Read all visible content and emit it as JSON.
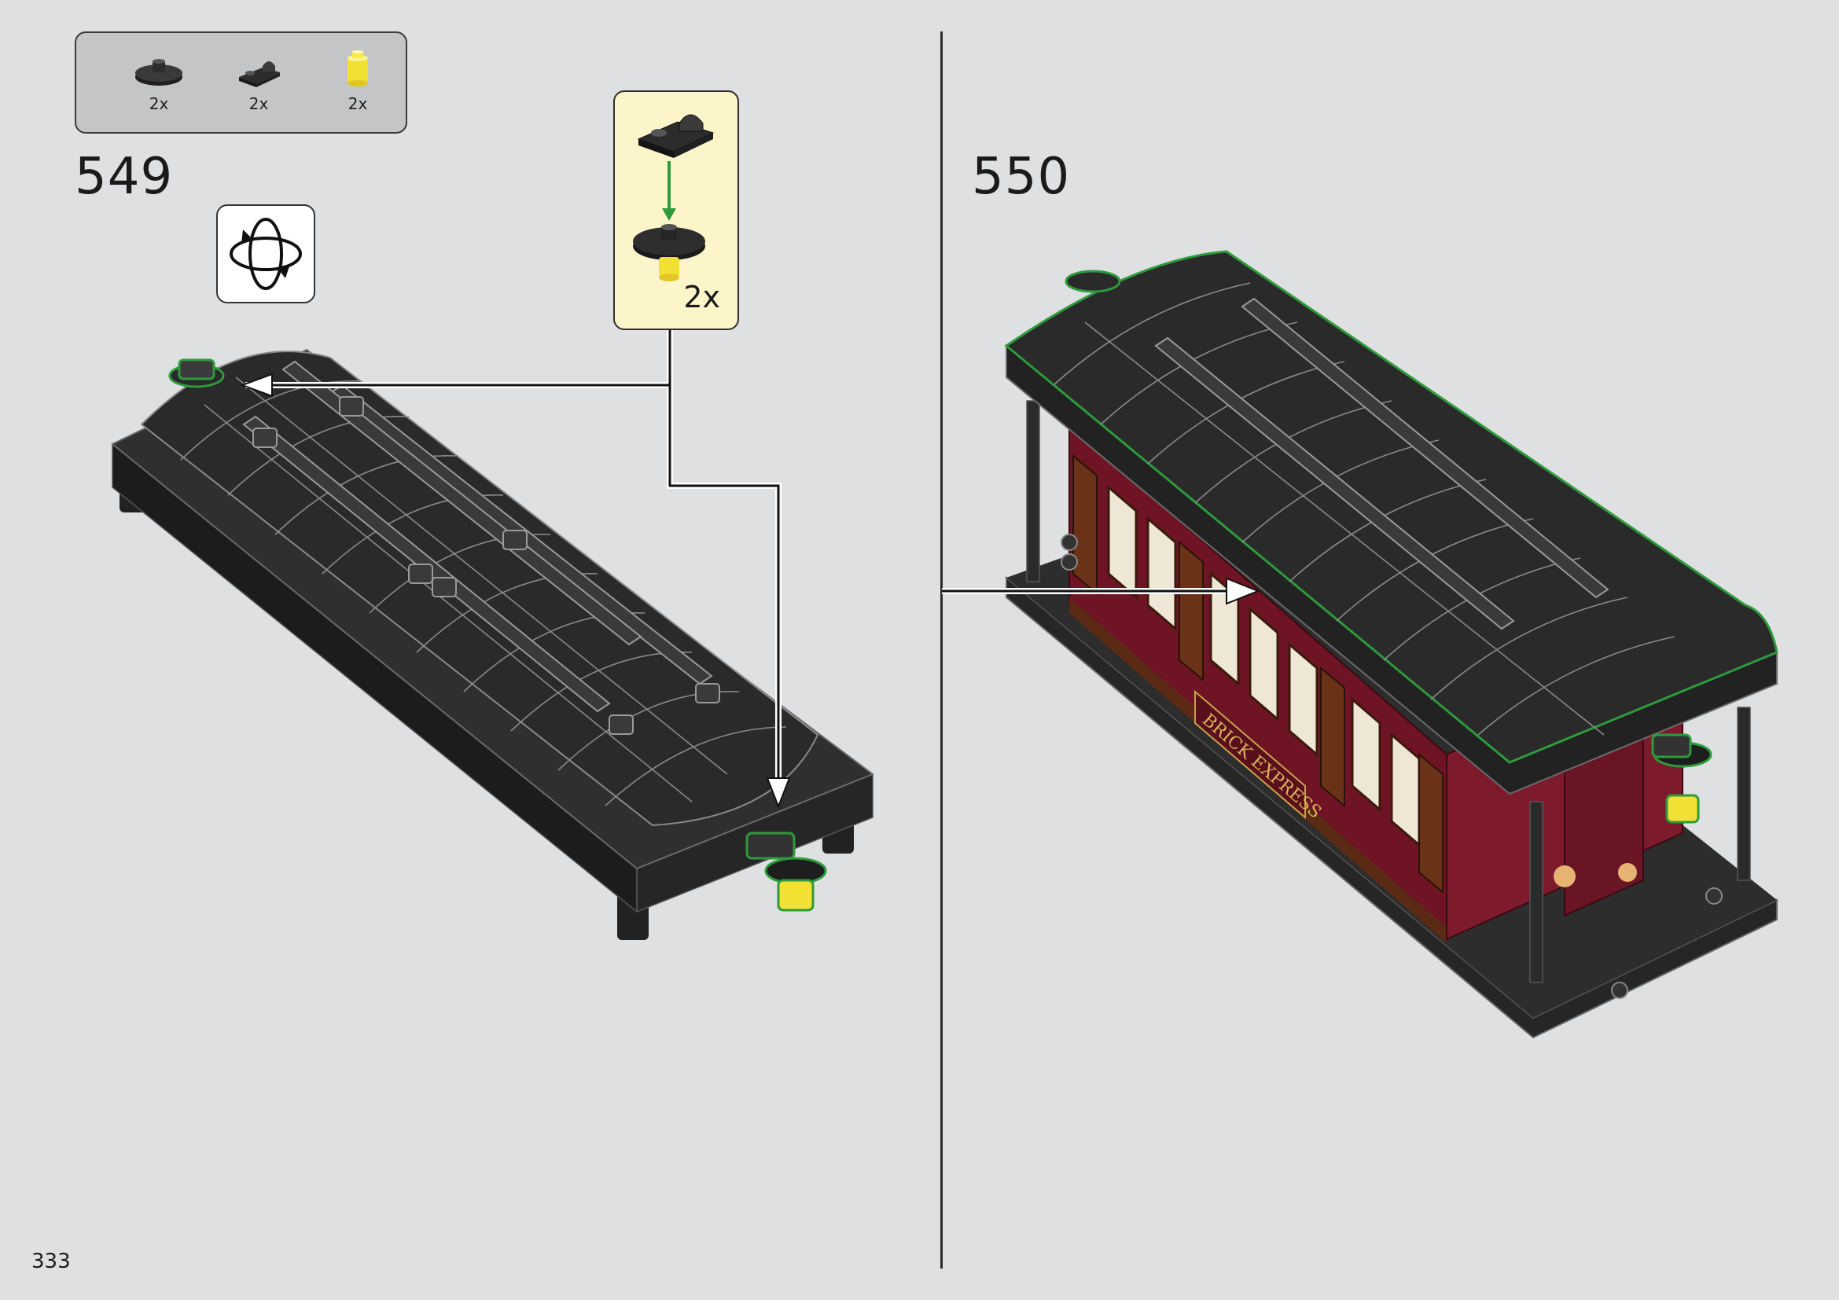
{
  "page": {
    "number": "333"
  },
  "parts_list": {
    "items": [
      {
        "icon": "round-plate-dark-icon",
        "qty": "2x",
        "color": "#2a2a2a"
      },
      {
        "icon": "clip-plate-dark-icon",
        "qty": "2x",
        "color": "#2a2a2a"
      },
      {
        "icon": "trans-yellow-round-brick-icon",
        "qty": "2x",
        "color": "#f2e033"
      }
    ]
  },
  "steps": [
    {
      "number": "549"
    },
    {
      "number": "550"
    }
  ],
  "submodel": {
    "qty": "2x"
  },
  "model": {
    "label": "BRICK EXPRESS"
  },
  "colors": {
    "background": "#dfe0e1",
    "roof": "#2b2b2b",
    "coach_red": "#6e1424",
    "wood_brown": "#5a2a14",
    "highlight_green": "#2e9a3c",
    "lamp_yellow": "#f2e033"
  }
}
